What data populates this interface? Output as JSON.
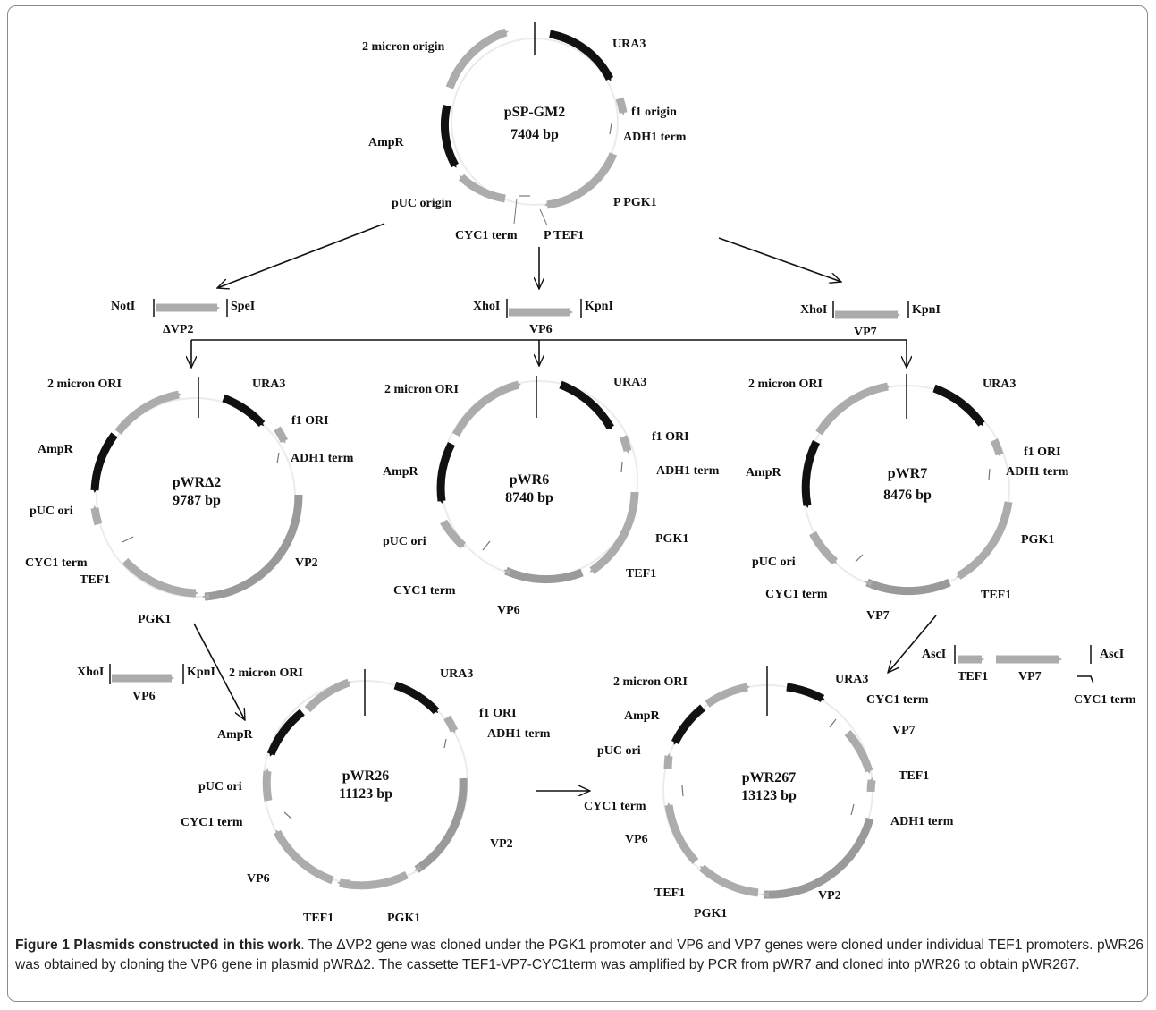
{
  "colors": {
    "gray": "#acacac",
    "dark_gray": "#9a9a9a",
    "black": "#111111",
    "ring": "#ebebeb"
  },
  "plasmids": [
    {
      "key": "psp",
      "name": "pSP-GM2",
      "size": "7404 bp",
      "labels": [
        "2 micron origin",
        "URA3",
        "f1 origin",
        "ADH1 term",
        "AmpR",
        "pUC origin",
        "P PGK1",
        "P TEF1",
        "CYC1 term"
      ]
    },
    {
      "key": "wr2",
      "name": "pWRΔ2",
      "size": "9787 bp",
      "labels": [
        "2 micron ORI",
        "URA3",
        "f1 ORI",
        "ADH1 term",
        "AmpR",
        "pUC ori",
        "CYC1 term",
        "TEF1",
        "VP2",
        "PGK1"
      ]
    },
    {
      "key": "wr6",
      "name": "pWR6",
      "size": "8740 bp",
      "labels": [
        "2 micron ORI",
        "URA3",
        "f1 ORI",
        "ADH1 term",
        "AmpR",
        "pUC ori",
        "PGK1",
        "TEF1",
        "CYC1 term",
        "VP6"
      ]
    },
    {
      "key": "wr7",
      "name": "pWR7",
      "size": "8476 bp",
      "labels": [
        "2 micron ORI",
        "URA3",
        "f1 ORI",
        "ADH1 term",
        "AmpR",
        "pUC ori",
        "PGK1",
        "TEF1",
        "CYC1 term",
        "VP7"
      ]
    },
    {
      "key": "wr26",
      "name": "pWR26",
      "size": "11123 bp",
      "labels": [
        "2 micron ORI",
        "URA3",
        "f1 ORI",
        "ADH1 term",
        "AmpR",
        "pUC ori",
        "CYC1 term",
        "VP2",
        "VP6",
        "TEF1",
        "PGK1"
      ]
    },
    {
      "key": "wr267",
      "name": "pWR267",
      "size": "13123 bp",
      "labels": [
        "2 micron ORI",
        "URA3",
        "CYC1 term",
        "AmpR",
        "VP7",
        "pUC ori",
        "TEF1",
        "CYC1 term",
        "ADH1 term",
        "VP6",
        "TEF1",
        "PGK1",
        "VP2"
      ]
    }
  ],
  "inserts": [
    {
      "key": "dvp2",
      "left_site": "NotI",
      "right_site": "SpeI",
      "gene": "ΔVP2"
    },
    {
      "key": "vp6",
      "left_site": "XhoI",
      "right_site": "KpnI",
      "gene": "VP6"
    },
    {
      "key": "vp7",
      "left_site": "XhoI",
      "right_site": "KpnI",
      "gene": "VP7"
    },
    {
      "key": "vp6b",
      "left_site": "XhoI",
      "right_site": "KpnI",
      "gene": "VP6"
    }
  ],
  "cassette": {
    "left_site": "AscI",
    "right_site": "AscI",
    "promoter": "TEF1",
    "gene": "VP7",
    "terminator": "CYC1 term"
  },
  "caption": {
    "lead": "Figure 1 Plasmids constructed in this work",
    "text": ". The ΔVP2 gene was cloned under the PGK1 promoter and VP6 and VP7 genes were cloned under individual TEF1 promoters. pWR26 was obtained by cloning the VP6 gene in plasmid pWRΔ2. The cassette TEF1-VP7-CYC1term was amplified by PCR from pWR7 and cloned into pWR26 to obtain pWR267."
  }
}
